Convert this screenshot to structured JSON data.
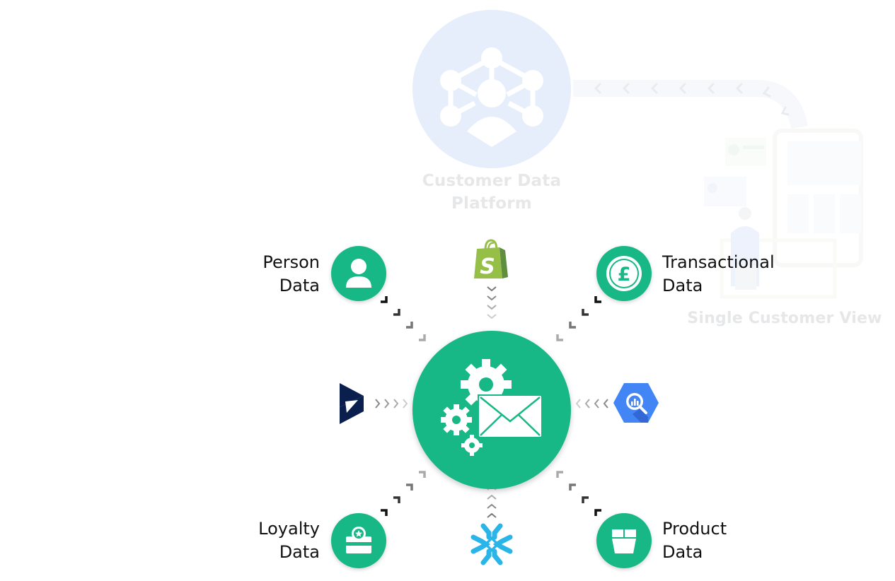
{
  "background_layer": {
    "cdp": {
      "title_line1": "Customer Data",
      "title_line2": "Platform",
      "icon": "network-person-icon",
      "circle_color": "#e6eefc"
    },
    "single_customer_view": {
      "title": "Single Customer View",
      "icon": "person-with-dashboard-illustration"
    },
    "flow_arrow": {
      "direction": "right-to-left",
      "chevrons": 8
    }
  },
  "hub": {
    "icon": "gears-envelope-icon",
    "color": "#17b886"
  },
  "data_nodes": {
    "person": {
      "line1": "Person",
      "line2": "Data",
      "icon": "person-icon"
    },
    "transactional": {
      "line1": "Transactional",
      "line2": "Data",
      "icon": "pound-coin-icon"
    },
    "loyalty": {
      "line1": "Loyalty",
      "line2": "Data",
      "icon": "loyalty-card-icon"
    },
    "product": {
      "line1": "Product",
      "line2": "Data",
      "icon": "box-icon"
    }
  },
  "integrations": {
    "top": {
      "name": "Shopify",
      "icon": "shopify-icon"
    },
    "left": {
      "name": "Microsoft Dynamics",
      "icon": "dynamics-icon"
    },
    "right": {
      "name": "Google BigQuery",
      "icon": "bigquery-icon"
    },
    "bottom": {
      "name": "Snowflake",
      "icon": "snowflake-icon"
    }
  },
  "colors": {
    "accent_green": "#17b886",
    "faded_text": "#e6e7e9",
    "shopify_green": "#95bf47",
    "dynamics_navy": "#0b1f4f",
    "bigquery_blue": "#4285f4",
    "snowflake_blue": "#29b5e8"
  }
}
